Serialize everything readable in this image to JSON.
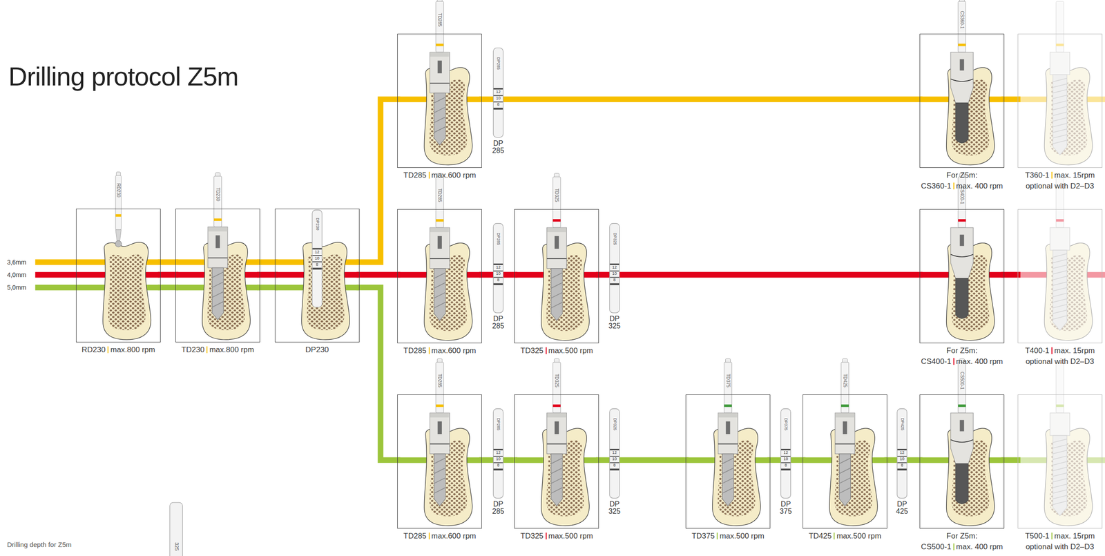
{
  "diagram": {
    "title": "Drilling protocol Z5m",
    "nodes": [
      {
        "text": [
          "RD230",
          "max.800 rpm"
        ]
      },
      {
        "text": [
          "TD230",
          "max.800 rpm"
        ]
      },
      {
        "text": [
          "DP230"
        ]
      },
      {
        "text": [
          "TD285",
          "max.600 rpm"
        ]
      },
      {
        "text": [
          "For Z5m:",
          "CS360-1",
          "max. 400 rpm"
        ]
      },
      {
        "text": [
          "T360-1",
          "max. 15rpm",
          "optional with D2–D3"
        ]
      },
      {
        "text": [
          "TD285",
          "max.600 rpm"
        ]
      },
      {
        "text": [
          "TD325",
          "max.500 rpm"
        ]
      },
      {
        "text": [
          "For Z5m:",
          "CS400-1",
          "max. 400 rpm"
        ]
      },
      {
        "text": [
          "T400-1",
          "max. 15rpm",
          "optional with D2–D3"
        ]
      },
      {
        "text": [
          "TD285",
          "max.600 rpm"
        ]
      },
      {
        "text": [
          "TD325",
          "max.500 rpm"
        ]
      },
      {
        "text": [
          "TD375",
          "max.500 rpm"
        ]
      },
      {
        "text": [
          "TD425",
          "max.500 rpm"
        ]
      },
      {
        "text": [
          "For Z5m:",
          "CS500-1",
          "max. 400 rpm"
        ]
      },
      {
        "text": [
          "T500-1",
          "max. 15rpm",
          "optional with D2–D3"
        ]
      }
    ],
    "edges": [
      {
        "from": 0,
        "to": 1,
        "arrow": "none"
      },
      {
        "from": 1,
        "to": 2,
        "arrow": "none"
      },
      {
        "from": 2,
        "to": 3,
        "arrow": "none"
      },
      {
        "from": 3,
        "to": 4,
        "arrow": "none"
      },
      {
        "from": 4,
        "to": 5,
        "arrow": "none"
      },
      {
        "from": 0,
        "to": 1,
        "arrow": "none"
      },
      {
        "from": 1,
        "to": 2,
        "arrow": "none"
      },
      {
        "from": 2,
        "to": 6,
        "arrow": "none"
      },
      {
        "from": 6,
        "to": 7,
        "arrow": "none"
      },
      {
        "from": 7,
        "to": 8,
        "arrow": "none"
      },
      {
        "from": 8,
        "to": 9,
        "arrow": "none"
      },
      {
        "from": 0,
        "to": 1,
        "arrow": "none"
      },
      {
        "from": 1,
        "to": 2,
        "arrow": "none"
      },
      {
        "from": 2,
        "to": 10,
        "arrow": "none"
      },
      {
        "from": 10,
        "to": 11,
        "arrow": "none"
      },
      {
        "from": 11,
        "to": 12,
        "arrow": "none"
      },
      {
        "from": 12,
        "to": 13,
        "arrow": "none"
      },
      {
        "from": 13,
        "to": 14,
        "arrow": "none"
      },
      {
        "from": 14,
        "to": 15,
        "arrow": "none"
      }
    ],
    "labels": [
      "3,6mm",
      "4,0mm",
      "5,0mm",
      "RD230",
      "TD230",
      "TD285",
      "CS360-1",
      "TD285",
      "TD325",
      "CS400-1",
      "TD285",
      "TD325",
      "TD375",
      "TD425",
      "CS500-1",
      "DP230",
      "12",
      "10",
      "8",
      "DP285",
      "12",
      "10",
      "8",
      "DP 285",
      "DP285",
      "12",
      "10",
      "8",
      "DP 285",
      "DP325",
      "12",
      "10",
      "8",
      "DP 325",
      "DP285",
      "12",
      "10",
      "8",
      "DP 285",
      "DP325",
      "12",
      "10",
      "8",
      "DP 325",
      "DP375",
      "12",
      "10",
      "8",
      "DP 375",
      "DP425",
      "12",
      "10",
      "8",
      "DP 425",
      "Drilling depth for Z5m",
      "325"
    ]
  }
}
